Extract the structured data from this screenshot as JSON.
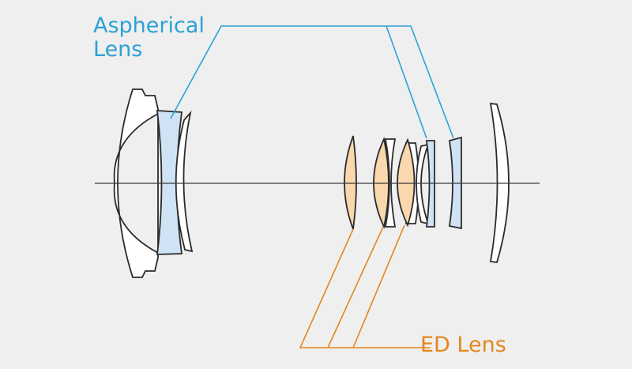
{
  "diagram": {
    "callouts": {
      "aspherical_line1": "Aspherical",
      "aspherical_line2": "Lens",
      "ed": "ED Lens"
    },
    "colors": {
      "background": "#efefef",
      "aspherical_fill": "#cfe3f4",
      "aspherical_text": "#2aa2d6",
      "ed_fill": "#fad7ad",
      "ed_text": "#e4861d",
      "lens_stroke": "#2b2b2b",
      "plain_lens_fill": "#ffffff"
    }
  }
}
